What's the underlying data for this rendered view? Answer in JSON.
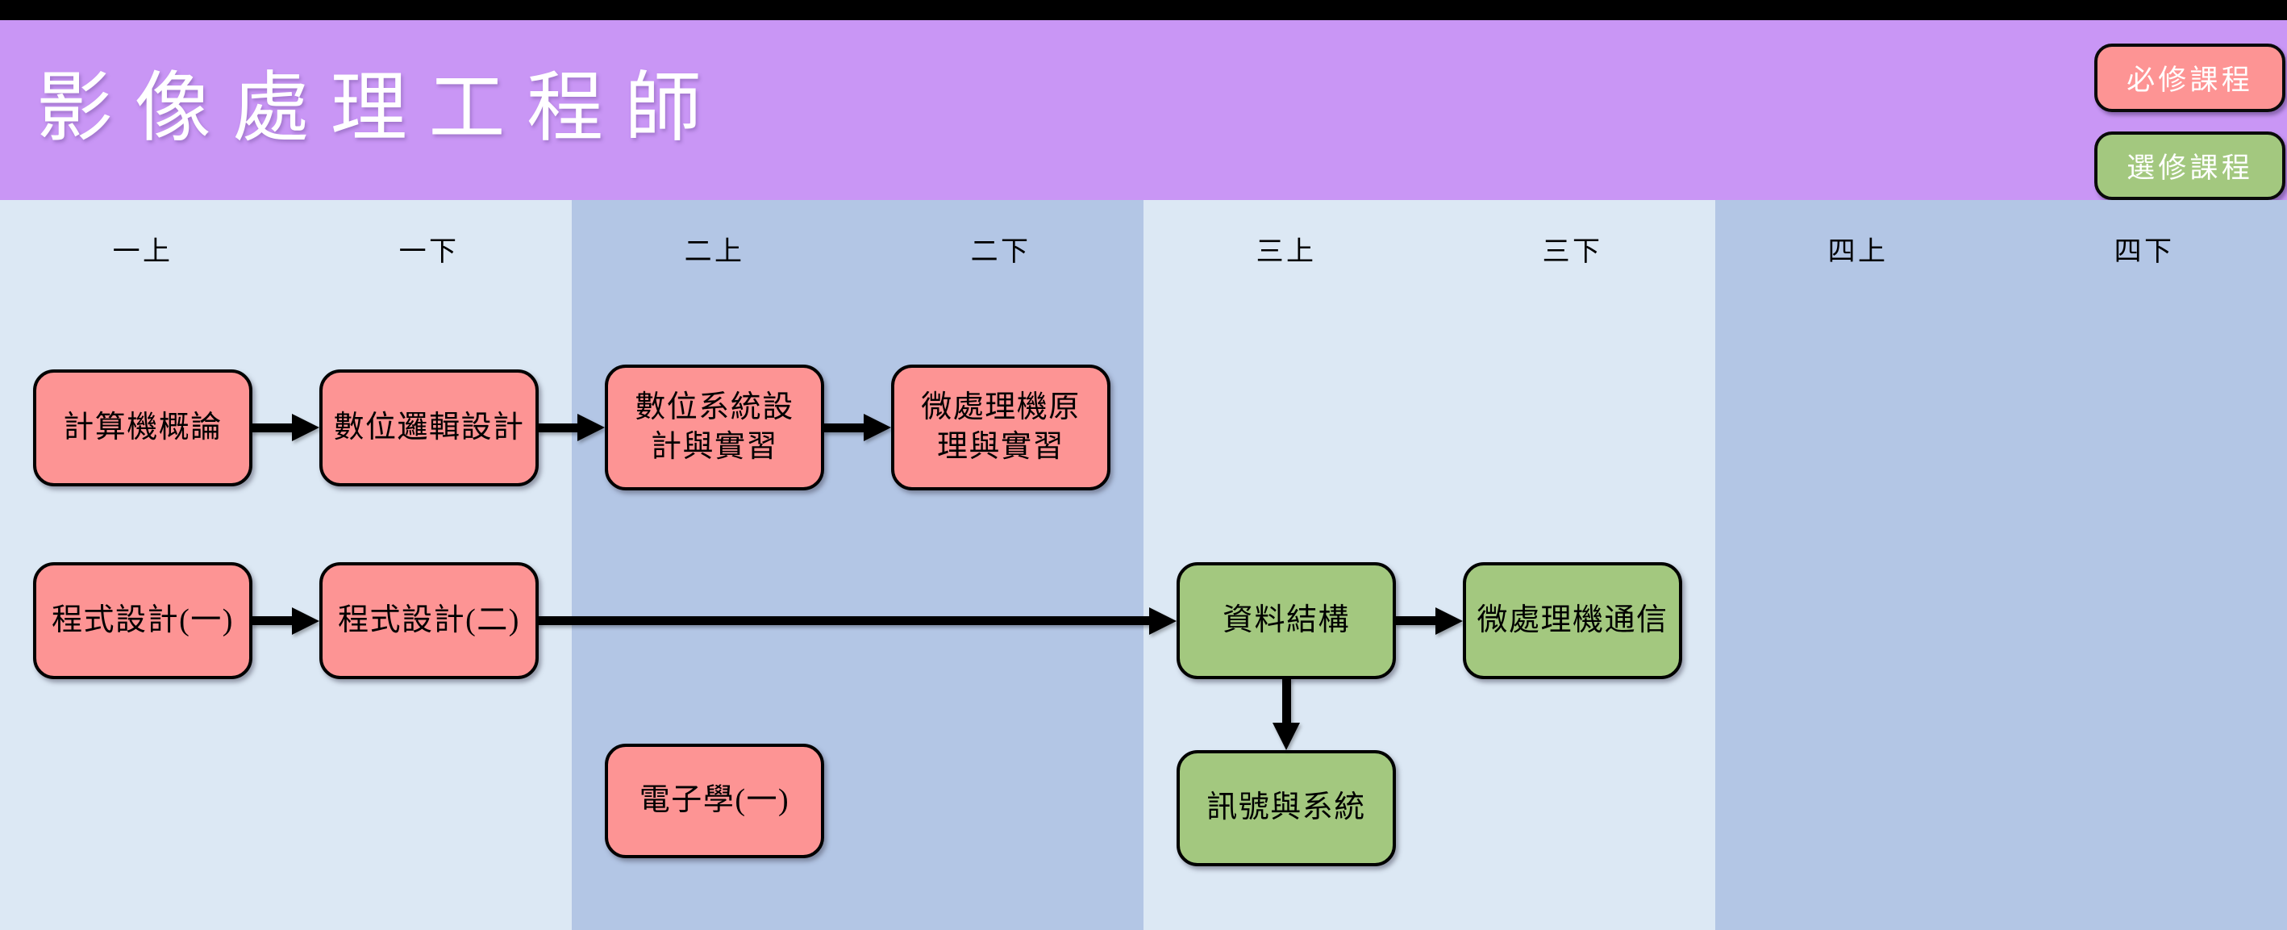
{
  "page": {
    "title": "影像處理工程師"
  },
  "legend": {
    "required": {
      "label": "必修課程",
      "color": "#fd9494"
    },
    "elective": {
      "label": "選修課程",
      "color": "#a3c87f"
    }
  },
  "colors": {
    "header_background": "#c996f5",
    "band_light": "#dce8f4",
    "band_dark": "#b3c6e5",
    "top_bar": "#000000",
    "box_border": "#000000",
    "title_text": "#ffffff"
  },
  "columns": [
    "一上",
    "一下",
    "二上",
    "二下",
    "三上",
    "三下",
    "四上",
    "四下"
  ],
  "courses": [
    {
      "label": "計算機概論",
      "type": "required",
      "semester": "一上"
    },
    {
      "label": "數位邏輯設計",
      "type": "required",
      "semester": "一下"
    },
    {
      "label": "數位系統設\n計與實習",
      "type": "required",
      "semester": "二上"
    },
    {
      "label": "微處理機原\n理與實習",
      "type": "required",
      "semester": "二下"
    },
    {
      "label": "程式設計(一)",
      "type": "required",
      "semester": "一上"
    },
    {
      "label": "程式設計(二)",
      "type": "required",
      "semester": "一下"
    },
    {
      "label": "資料結構",
      "type": "elective",
      "semester": "三上"
    },
    {
      "label": "微處理機通信",
      "type": "elective",
      "semester": "三下"
    },
    {
      "label": "電子學(一)",
      "type": "required",
      "semester": "二上"
    },
    {
      "label": "訊號與系統",
      "type": "elective",
      "semester": "三上"
    }
  ],
  "edges": [
    {
      "from": "計算機概論",
      "to": "數位邏輯設計"
    },
    {
      "from": "數位邏輯設計",
      "to": "數位系統設計與實習"
    },
    {
      "from": "數位系統設計與實習",
      "to": "微處理機原理與實習"
    },
    {
      "from": "程式設計(一)",
      "to": "程式設計(二)"
    },
    {
      "from": "程式設計(二)",
      "to": "資料結構"
    },
    {
      "from": "資料結構",
      "to": "微處理機通信"
    },
    {
      "from": "資料結構",
      "to": "訊號與系統"
    }
  ]
}
